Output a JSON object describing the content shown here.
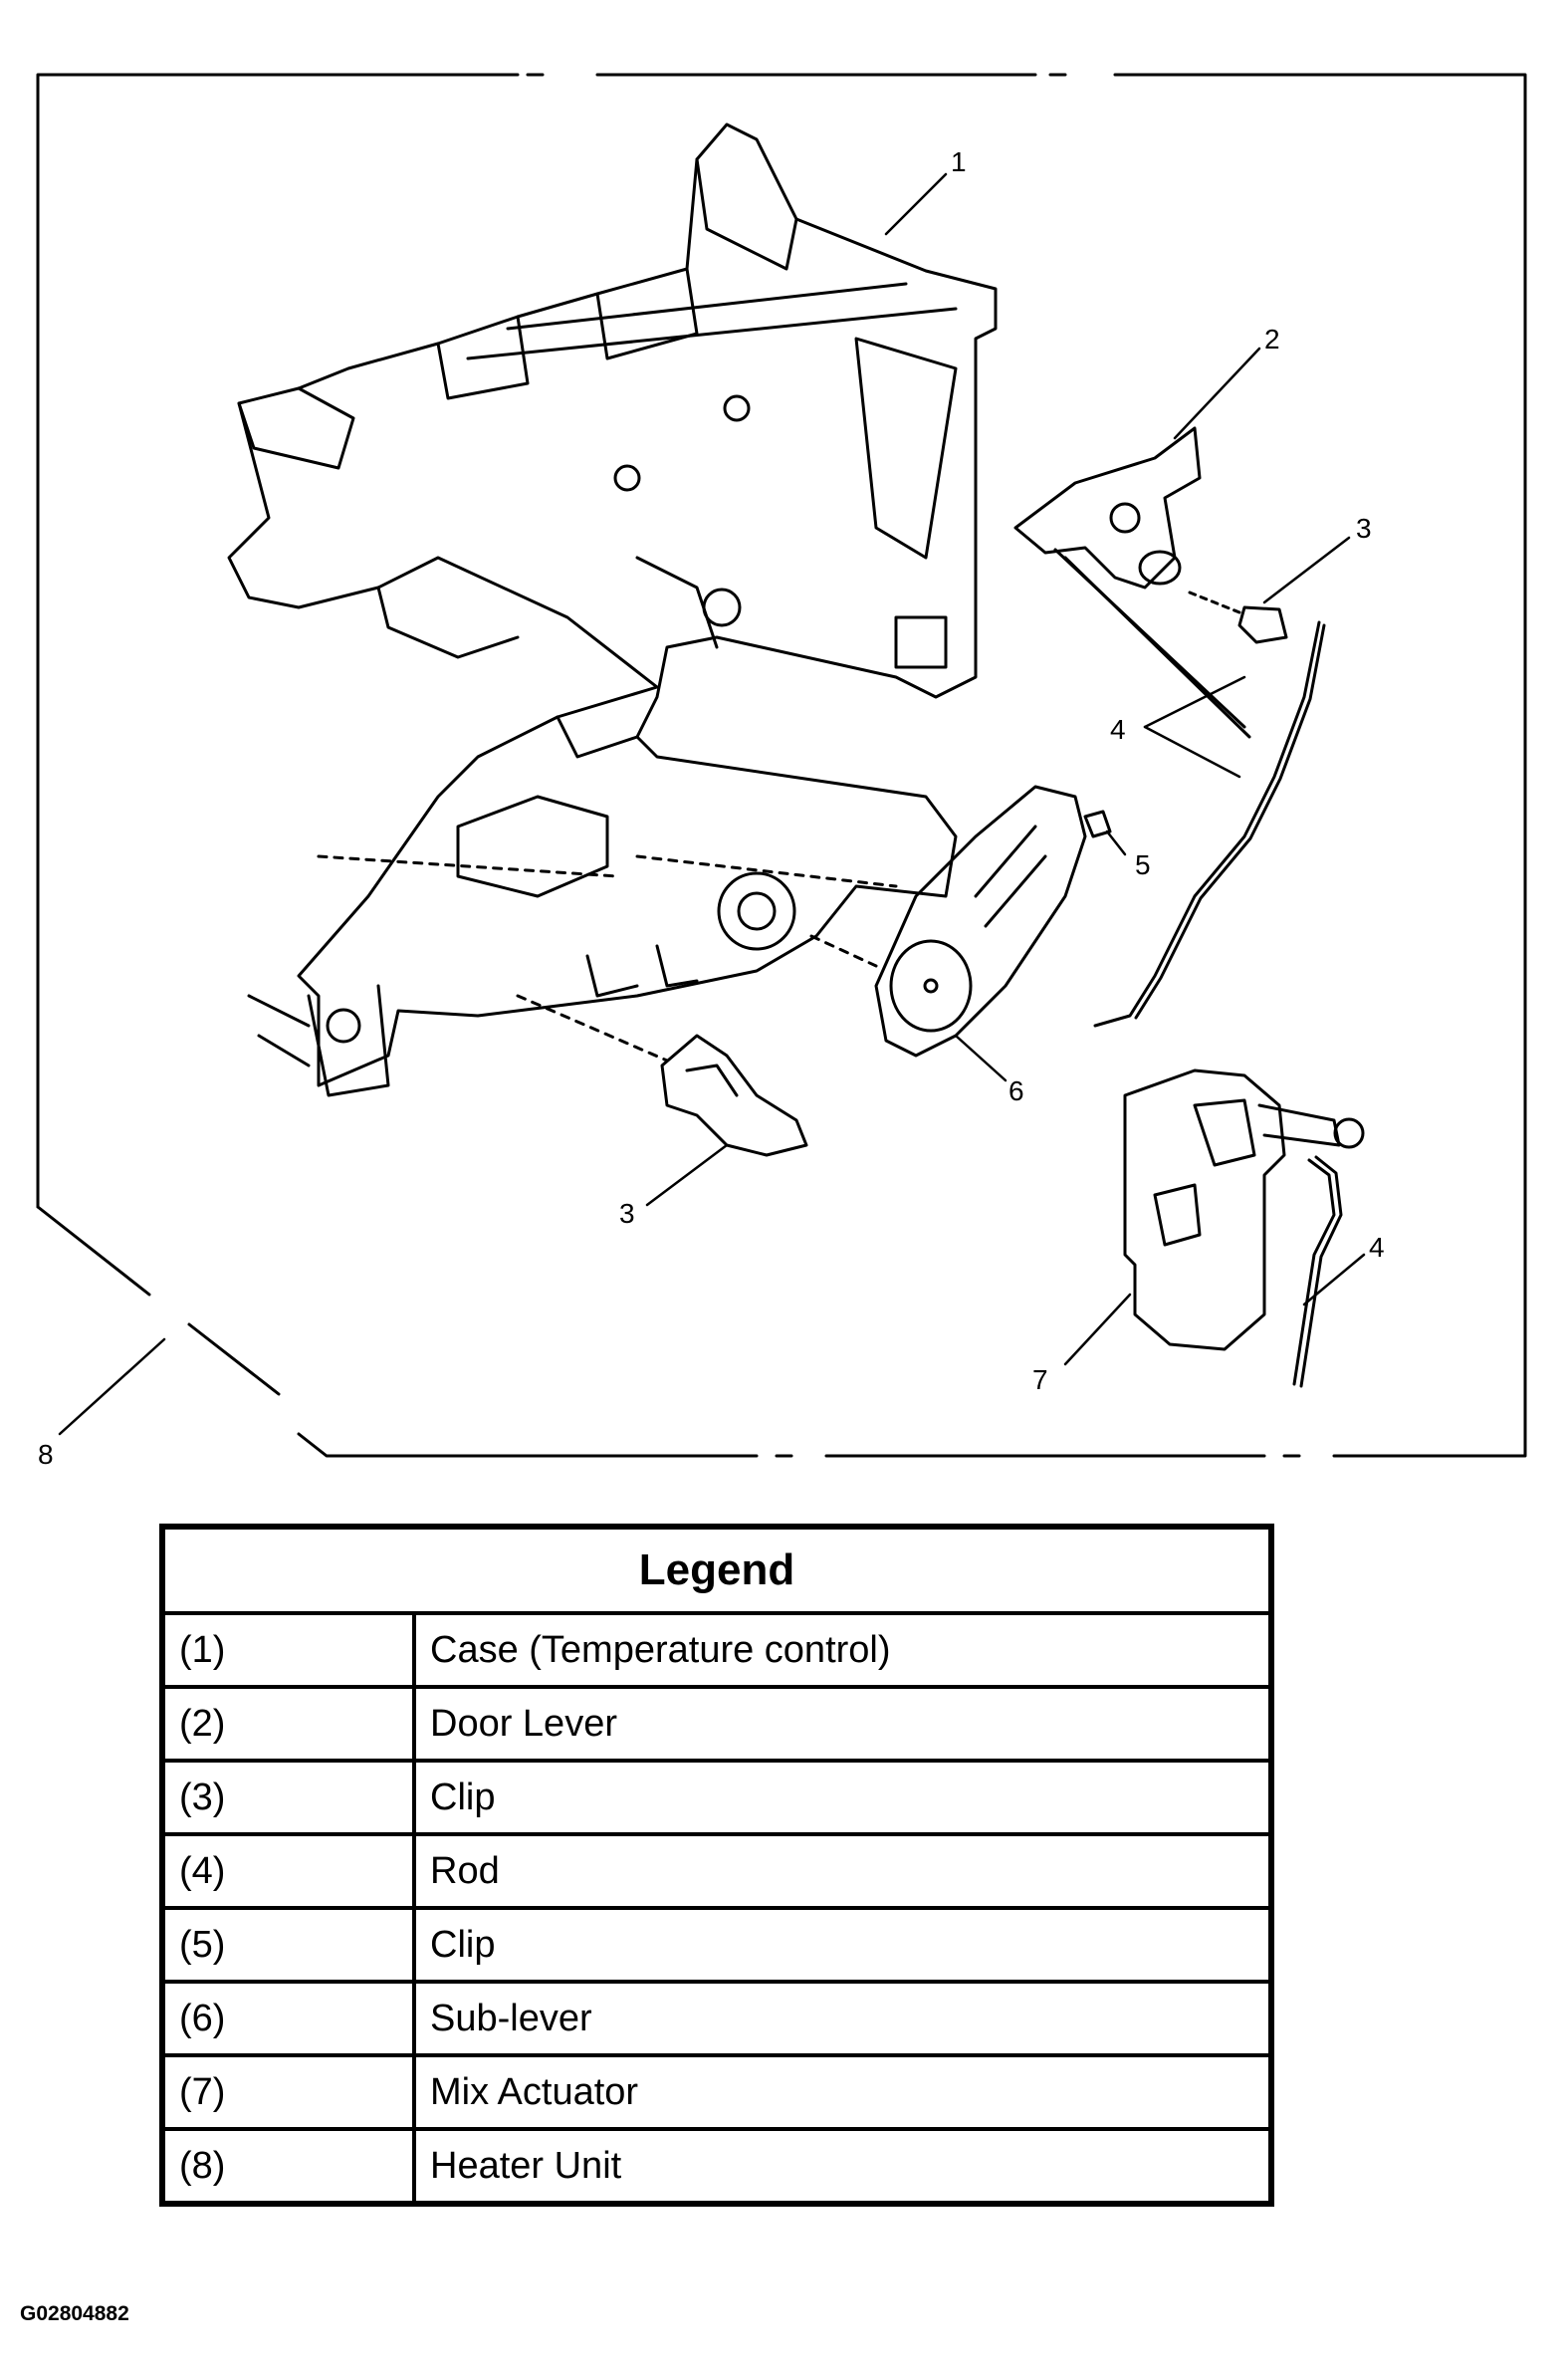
{
  "diagram": {
    "callouts": [
      {
        "key": "c1",
        "text": "1"
      },
      {
        "key": "c2",
        "text": "2"
      },
      {
        "key": "c3a",
        "text": "3"
      },
      {
        "key": "c3b",
        "text": "3"
      },
      {
        "key": "c4a",
        "text": "4"
      },
      {
        "key": "c4b",
        "text": "4"
      },
      {
        "key": "c5",
        "text": "5"
      },
      {
        "key": "c6",
        "text": "6"
      },
      {
        "key": "c7",
        "text": "7"
      },
      {
        "key": "c8",
        "text": "8"
      }
    ]
  },
  "legend": {
    "title": "Legend",
    "rows": [
      {
        "num": "(1)",
        "label": "Case (Temperature control)"
      },
      {
        "num": "(2)",
        "label": "Door Lever"
      },
      {
        "num": "(3)",
        "label": "Clip"
      },
      {
        "num": "(4)",
        "label": "Rod"
      },
      {
        "num": "(5)",
        "label": "Clip"
      },
      {
        "num": "(6)",
        "label": "Sub-lever"
      },
      {
        "num": "(7)",
        "label": "Mix Actuator"
      },
      {
        "num": "(8)",
        "label": "Heater Unit"
      }
    ]
  },
  "figure_id": "G02804882"
}
